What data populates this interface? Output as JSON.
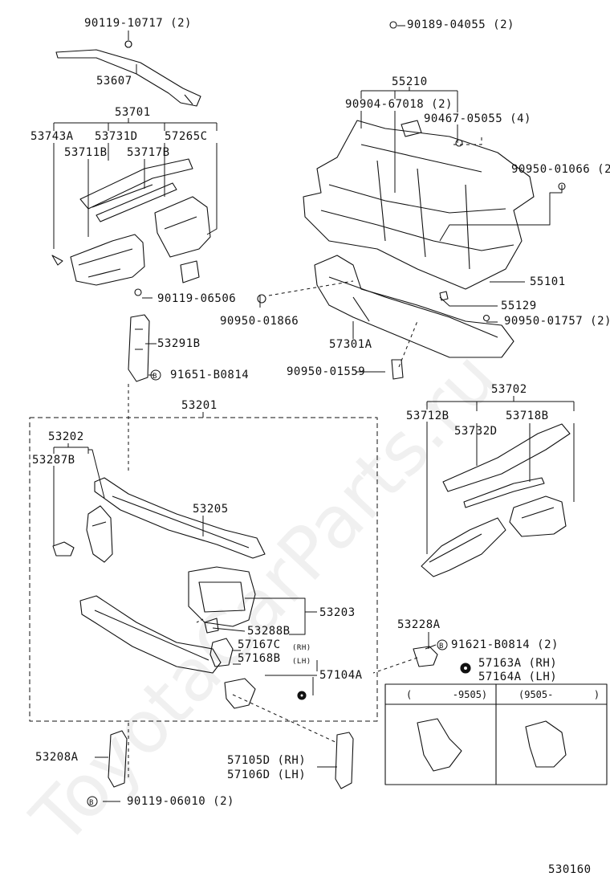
{
  "diagram_number": "530160",
  "watermark": "ToyotaCarParts.ru",
  "labels": {
    "p90119_10717": "90119-10717 (2)",
    "p53607": "53607",
    "p53701": "53701",
    "p53743A": "53743A",
    "p53731D": "53731D",
    "p57265C": "57265C",
    "p53711B": "53711B",
    "p53717B": "53717B",
    "p90119_06506": "90119-06506",
    "p53291B": "53291B",
    "p91651_B0814": "91651-B0814",
    "p90189_04055": "90189-04055 (2)",
    "p55210": "55210",
    "p90904_67018": "90904-67018 (2)",
    "p90467_05055": "90467-05055 (4)",
    "p90950_01066": "90950-01066 (2",
    "p55101": "55101",
    "p55129": "55129",
    "p90950_01866": "90950-01866",
    "p90950_01757": "90950-01757 (2)",
    "p57301A": "57301A",
    "p90950_01559": "90950-01559",
    "p53201": "53201",
    "p53202": "53202",
    "p53287B": "53287B",
    "p53205": "53205",
    "p53203": "53203",
    "p53288B": "53288B",
    "p57167C": "57167C",
    "p57168B": "57168B",
    "rh_small": "(RH)",
    "lh_small": "(LH)",
    "p57104A": "57104A",
    "p53702": "53702",
    "p53712B": "53712B",
    "p53718B": "53718B",
    "p53732D": "53732D",
    "p53228A": "53228A",
    "p91621_B0814": "91621-B0814 (2)",
    "p57163A": "57163A (RH)",
    "p57164A": "57164A (LH)",
    "p53208A": "53208A",
    "p57105D": "57105D (RH)",
    "p57106D": "57106D (LH)",
    "p90119_06010": "90119-06010 (2)",
    "b_marker": "B"
  },
  "date_table": {
    "col1": "(       -9505)",
    "col2": "(9505-       )"
  }
}
